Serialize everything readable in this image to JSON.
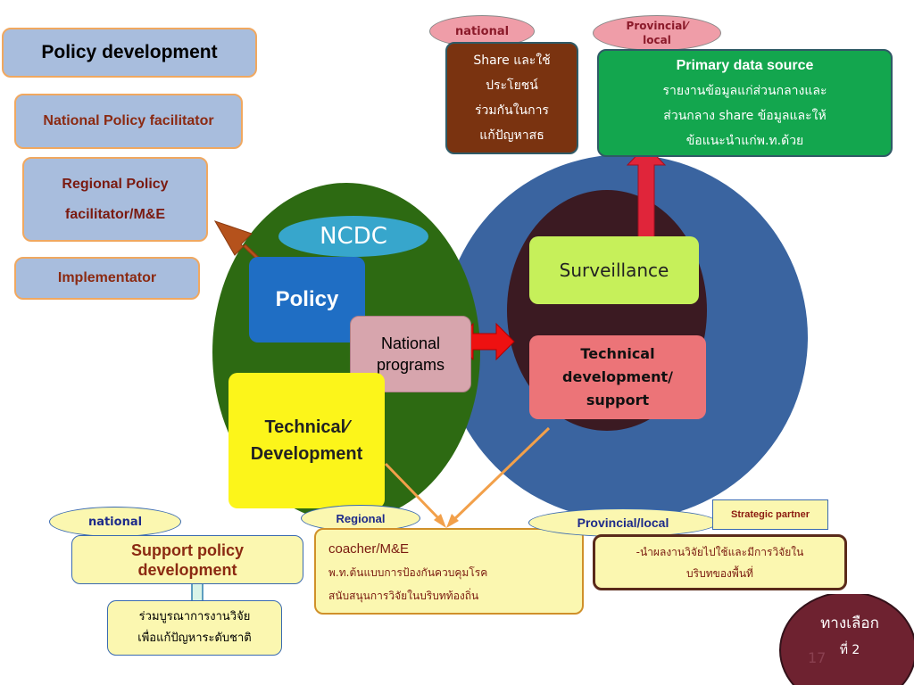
{
  "left_panel": {
    "policy_development": "Policy development",
    "national_policy_facilitator": "National Policy facilitator",
    "regional_policy_facilitator_line1": "Regional Policy",
    "regional_policy_facilitator_line2": "facilitator/M&E",
    "implementator": "Implementator"
  },
  "left_ellipse": {
    "ncdc": "NCDC",
    "policy": "Policy",
    "national_programs_line1": "National",
    "national_programs_line2": "programs",
    "technical_development_line1": "Technical⁄",
    "technical_development_line2": "Development"
  },
  "right_ellipse": {
    "surveillance": "Surveillance",
    "technical_support_line1": "Technical",
    "technical_support_line2": "development/",
    "technical_support_line3": "support"
  },
  "top": {
    "national_tag": "national",
    "provincial_tag_line1": "Provincial⁄",
    "provincial_tag_line2": "local",
    "share_lines": [
      "Share และใช้",
      "ประโยชน์",
      "ร่วมกันในการ",
      "แก้ปัญหาสธ"
    ],
    "primary_title": "Primary data source",
    "primary_lines": [
      "รายงานข้อมูลแก่ส่วนกลางและ",
      "ส่วนกลาง share ข้อมูลและให้",
      "ข้อแนะนำแก่พ.ท.ด้วย"
    ]
  },
  "bottom": {
    "national_tag": "national",
    "support_policy_line1": "Support policy",
    "support_policy_line2": "development",
    "integrate_lines": [
      "ร่วมบูรณาการงานวิจัย",
      "เพื่อแก้ปัญหาระดับชาติ"
    ],
    "regional_tag": "Regional",
    "coacher_title": "coacher/M&E",
    "coacher_lines": [
      "พ.ท.ต้นแบบการป้องกันควบคุมโรค",
      "สนับสนุนการวิจัยในบริบทท้องถิ่น"
    ],
    "provincial_tag": "Provincial/local",
    "strategic_partner": "Strategic partner",
    "apply_lines": [
      "-นำผลงานวิจัยไปใช้และมีการวิจัยใน",
      "บริบทของพื้นที่"
    ],
    "option_line1": "ทางเลือก",
    "option_line2": "ที่ 2",
    "page_number": "17"
  }
}
